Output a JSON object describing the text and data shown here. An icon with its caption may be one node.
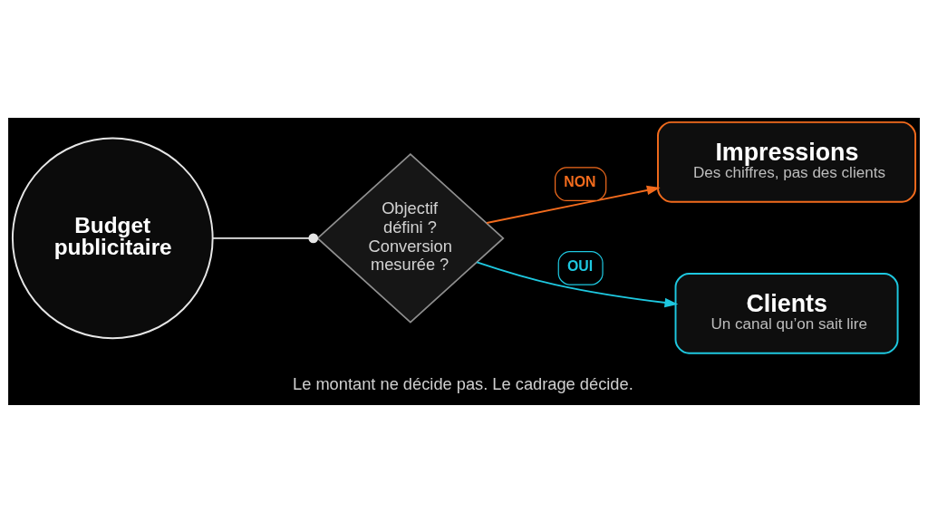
{
  "diagram": {
    "caption": "Le montant ne décide pas. Le cadrage décide.",
    "nodes": [
      {
        "text": [
          "Budget publicitaire"
        ]
      },
      {
        "text": [
          "Objectif défini ?",
          "Conversion mesurée ?"
        ]
      },
      {
        "text": [
          "Impressions",
          "Des chiffres, pas des clients"
        ]
      },
      {
        "text": [
          "Clients",
          "Un canal qu’on sait lire"
        ]
      }
    ],
    "edges": [
      {
        "from": 0,
        "to": 1,
        "arrow": "other"
      },
      {
        "from": 1,
        "to": 2,
        "arrow": "to",
        "label": "NON",
        "color": "#f26b1d"
      },
      {
        "from": 1,
        "to": 3,
        "arrow": "to",
        "label": "OUI",
        "color": "#1ec8e0"
      }
    ]
  }
}
